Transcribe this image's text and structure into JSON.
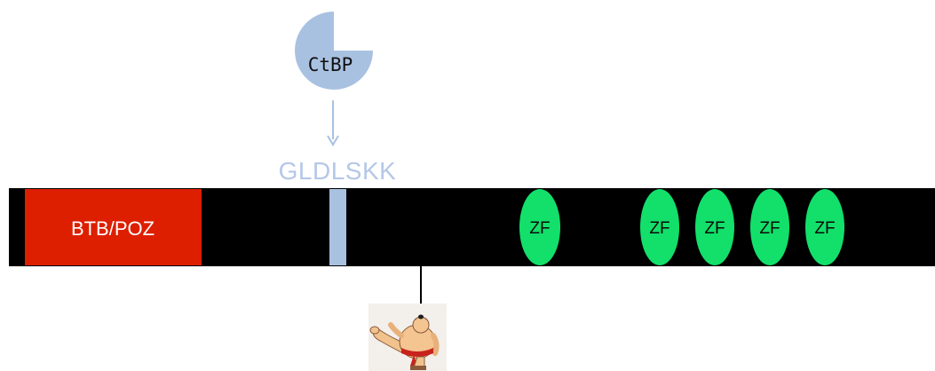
{
  "cofactor": {
    "label": "CtBP",
    "color": "#a9c1e1",
    "text_color": "#111111"
  },
  "binding_motif": {
    "sequence": "GLDLSKK",
    "color": "#b4c7e7",
    "arrow_color": "#a9c1e1"
  },
  "protein": {
    "backbone_color": "#000000",
    "domains": [
      {
        "label": "BTB/POZ",
        "fill": "#dd1f00",
        "text_color": "#ffffff"
      }
    ],
    "motif_marker_color": "#a9c1e1",
    "zinc_fingers": [
      {
        "label": "ZF"
      },
      {
        "label": "ZF"
      },
      {
        "label": "ZF"
      },
      {
        "label": "ZF"
      },
      {
        "label": "ZF"
      }
    ],
    "zinc_finger_color": "#12e06a",
    "zinc_finger_text_color": "#0a0a0a"
  },
  "modification": {
    "icon": "sumo-wrestler-icon",
    "tether_color": "#000000"
  }
}
